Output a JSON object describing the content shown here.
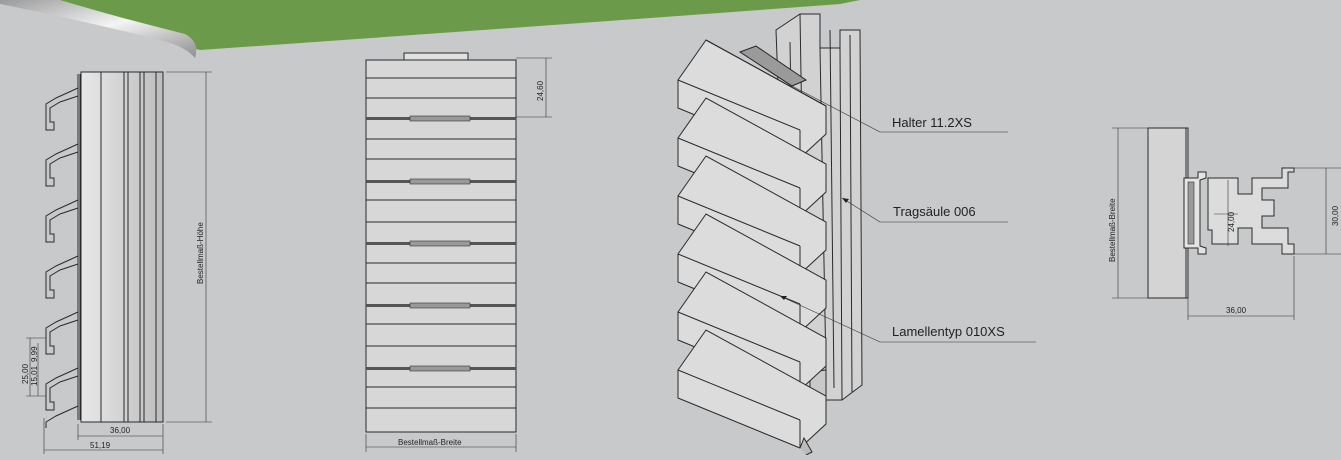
{
  "colors": {
    "banner": "#6a9a4a",
    "background": "#c8c9cb",
    "line": "#2a2a2a"
  },
  "side_view": {
    "dims": {
      "d25": "25,00",
      "d15": "15,01",
      "d9": "9,99",
      "d36": "36,00",
      "d51": "51,19"
    },
    "height_label": "Bestellmaß-Höhe"
  },
  "front_view": {
    "pitch": "24,60",
    "width_label": "Bestellmaß-Breite"
  },
  "iso_view": {
    "callouts": [
      {
        "label": "Halter 11.2XS"
      },
      {
        "label": "Tragsäule 006"
      },
      {
        "label": "Lamellentyp 010XS"
      }
    ]
  },
  "section_view": {
    "dims": {
      "d24": "24,00",
      "d30": "30,00",
      "d36": "36,00"
    },
    "width_label": "Bestellmaß-Breite"
  }
}
